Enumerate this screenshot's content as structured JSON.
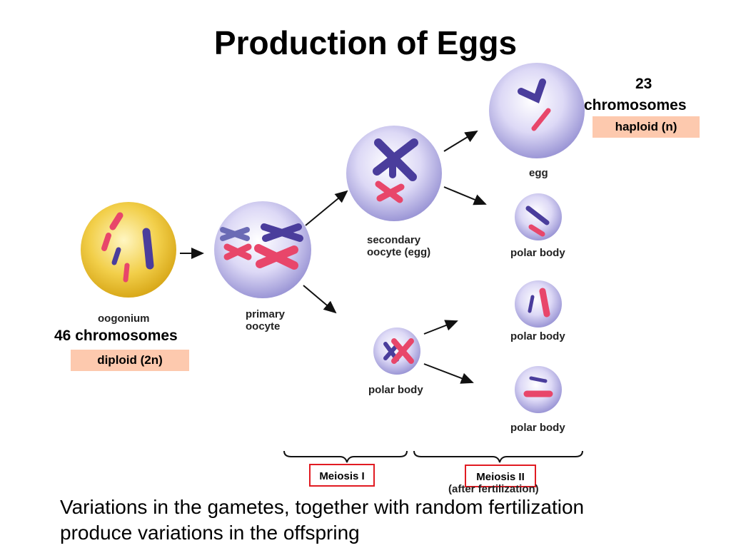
{
  "title": "Production of Eggs",
  "cells": {
    "oogonium": "oogonium",
    "primary_oocyte": "primary\noocyte",
    "secondary_oocyte": "secondary\noocyte (egg)",
    "egg": "egg",
    "polar_body_1": "polar body",
    "polar_body_2": "polar body",
    "polar_body_3": "polar body",
    "polar_body_4": "polar body"
  },
  "diploid": {
    "count": "46 chromosomes",
    "type": "diploid (2n)"
  },
  "haploid": {
    "number": "23",
    "word": "chromosomes",
    "type": "haploid (n)"
  },
  "stages": {
    "meiosis1": "Meiosis I",
    "meiosis2": "Meiosis II",
    "meiosis2_note": "(after fertilization)"
  },
  "caption": {
    "line1": "Variations in the gametes, together with random fertilization",
    "line2": "produce variations in the offspring"
  },
  "colors": {
    "highlight": "#fdc9ae",
    "box_border": "#e11b22",
    "chromosome_blue": "#4a3d9c",
    "chromosome_red": "#e8466a",
    "cell_purple": "#c9c5ef",
    "oogonium_yellow": "#f2cf4a"
  }
}
